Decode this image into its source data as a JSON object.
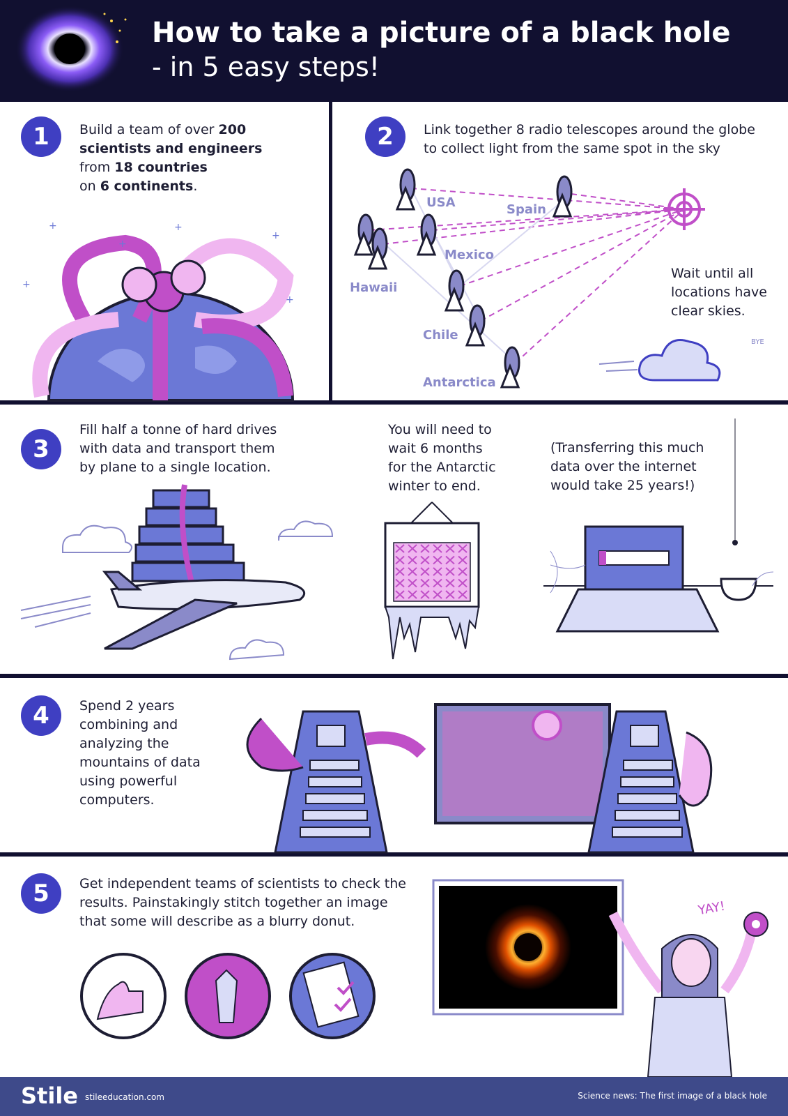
{
  "header": {
    "title_line1": "How to take a picture of a black hole",
    "title_line2": "- in 5 easy steps!"
  },
  "steps": [
    {
      "number": "1",
      "text_parts": [
        "Build a team of over ",
        "200",
        "scientists and engineers",
        "from ",
        "18 countries",
        "on ",
        "6 continents",
        "."
      ]
    },
    {
      "number": "2",
      "text_line1": "Link together 8 radio telescopes around the globe",
      "text_line2": "to collect light from the same spot in the sky",
      "locations": [
        "USA",
        "Spain",
        "Mexico",
        "Hawaii",
        "Chile",
        "Antarctica"
      ],
      "note_lines": [
        "Wait until all",
        "locations have",
        "clear skies."
      ],
      "cloud_text": "BYE"
    },
    {
      "number": "3",
      "text_lines": [
        "Fill half a tonne of hard drives",
        "with data and transport them",
        "by plane to a single location."
      ],
      "wait_lines": [
        "You will need to",
        "wait 6 months",
        "for the Antarctic",
        "winter to end."
      ],
      "transfer_lines": [
        "(Transferring this much",
        "data over the internet",
        "would take 25 years!)"
      ]
    },
    {
      "number": "4",
      "text_lines": [
        "Spend 2 years",
        "combining and",
        "analyzing the",
        "mountains of data",
        "using powerful",
        "computers."
      ]
    },
    {
      "number": "5",
      "text_lines": [
        "Get independent teams of scientists to check the",
        "results. Painstakingly stitch together an image",
        "that some will describe as a blurry donut."
      ],
      "yay": "YAY!"
    }
  ],
  "footer": {
    "logo": "Stile",
    "url": "stileeducation.com",
    "news": "Science news: The first image of a black hole"
  },
  "colors": {
    "navy": "#111030",
    "step_circle": "#3f3fc2",
    "purple": "#c04fc8",
    "lavender": "#8a8ac9",
    "footer": "#3e4a8a"
  }
}
